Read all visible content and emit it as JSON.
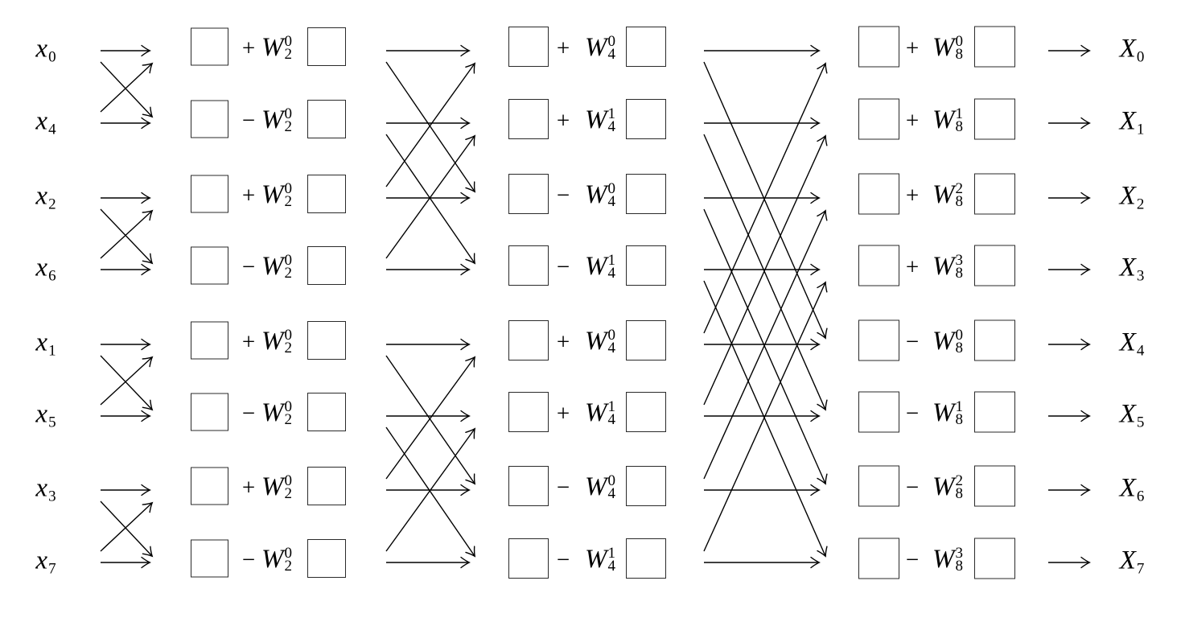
{
  "colors": {
    "background": "#ffffff",
    "ink": "#000000",
    "box_border": "#2a2a2a"
  },
  "rows": [
    {
      "input": {
        "base": "x",
        "sub": "0"
      },
      "stage1": {
        "sign": "+",
        "w": "W",
        "w_sub": "2",
        "w_sup": "0"
      },
      "stage2": {
        "sign": "+",
        "w": "W",
        "w_sub": "4",
        "w_sup": "0"
      },
      "stage3": {
        "sign": "+",
        "w": "W",
        "w_sub": "8",
        "w_sup": "0"
      },
      "output": {
        "base": "X",
        "sub": "0"
      }
    },
    {
      "input": {
        "base": "x",
        "sub": "4"
      },
      "stage1": {
        "sign": "−",
        "w": "W",
        "w_sub": "2",
        "w_sup": "0"
      },
      "stage2": {
        "sign": "+",
        "w": "W",
        "w_sub": "4",
        "w_sup": "1"
      },
      "stage3": {
        "sign": "+",
        "w": "W",
        "w_sub": "8",
        "w_sup": "1"
      },
      "output": {
        "base": "X",
        "sub": "1"
      }
    },
    {
      "input": {
        "base": "x",
        "sub": "2"
      },
      "stage1": {
        "sign": "+",
        "w": "W",
        "w_sub": "2",
        "w_sup": "0"
      },
      "stage2": {
        "sign": "−",
        "w": "W",
        "w_sub": "4",
        "w_sup": "0"
      },
      "stage3": {
        "sign": "+",
        "w": "W",
        "w_sub": "8",
        "w_sup": "2"
      },
      "output": {
        "base": "X",
        "sub": "2"
      }
    },
    {
      "input": {
        "base": "x",
        "sub": "6"
      },
      "stage1": {
        "sign": "−",
        "w": "W",
        "w_sub": "2",
        "w_sup": "0"
      },
      "stage2": {
        "sign": "−",
        "w": "W",
        "w_sub": "4",
        "w_sup": "1"
      },
      "stage3": {
        "sign": "+",
        "w": "W",
        "w_sub": "8",
        "w_sup": "3"
      },
      "output": {
        "base": "X",
        "sub": "3"
      }
    },
    {
      "input": {
        "base": "x",
        "sub": "1"
      },
      "stage1": {
        "sign": "+",
        "w": "W",
        "w_sub": "2",
        "w_sup": "0"
      },
      "stage2": {
        "sign": "+",
        "w": "W",
        "w_sub": "4",
        "w_sup": "0"
      },
      "stage3": {
        "sign": "−",
        "w": "W",
        "w_sub": "8",
        "w_sup": "0"
      },
      "output": {
        "base": "X",
        "sub": "4"
      }
    },
    {
      "input": {
        "base": "x",
        "sub": "5"
      },
      "stage1": {
        "sign": "−",
        "w": "W",
        "w_sub": "2",
        "w_sup": "0"
      },
      "stage2": {
        "sign": "+",
        "w": "W",
        "w_sub": "4",
        "w_sup": "1"
      },
      "stage3": {
        "sign": "−",
        "w": "W",
        "w_sub": "8",
        "w_sup": "1"
      },
      "output": {
        "base": "X",
        "sub": "5"
      }
    },
    {
      "input": {
        "base": "x",
        "sub": "3"
      },
      "stage1": {
        "sign": "+",
        "w": "W",
        "w_sub": "2",
        "w_sup": "0"
      },
      "stage2": {
        "sign": "−",
        "w": "W",
        "w_sub": "4",
        "w_sup": "0"
      },
      "stage3": {
        "sign": "−",
        "w": "W",
        "w_sub": "8",
        "w_sup": "2"
      },
      "output": {
        "base": "X",
        "sub": "6"
      }
    },
    {
      "input": {
        "base": "x",
        "sub": "7"
      },
      "stage1": {
        "sign": "−",
        "w": "W",
        "w_sub": "2",
        "w_sup": "0"
      },
      "stage2": {
        "sign": "−",
        "w": "W",
        "w_sub": "4",
        "w_sup": "1"
      },
      "stage3": {
        "sign": "−",
        "w": "W",
        "w_sub": "8",
        "w_sup": "3"
      },
      "output": {
        "base": "X",
        "sub": "7"
      }
    }
  ],
  "butterfly_stages": [
    {
      "name": "stage1",
      "pairs": [
        [
          0,
          1
        ],
        [
          2,
          3
        ],
        [
          4,
          5
        ],
        [
          6,
          7
        ]
      ]
    },
    {
      "name": "stage2",
      "pairs": [
        [
          0,
          2
        ],
        [
          1,
          3
        ],
        [
          4,
          6
        ],
        [
          5,
          7
        ]
      ]
    },
    {
      "name": "stage3",
      "pairs": [
        [
          0,
          4
        ],
        [
          1,
          5
        ],
        [
          2,
          6
        ],
        [
          3,
          7
        ]
      ]
    }
  ]
}
